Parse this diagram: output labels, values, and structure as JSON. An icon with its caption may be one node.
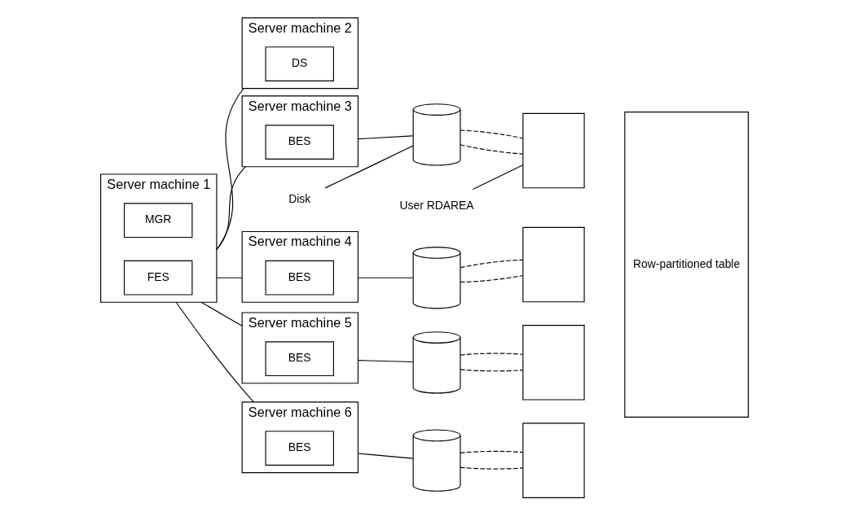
{
  "diagram": {
    "nodes": [
      {
        "text": [
          "Server machine 1"
        ]
      },
      {
        "text": [
          "MGR"
        ],
        "in": 0
      },
      {
        "text": [
          "FES"
        ],
        "in": 0
      },
      {
        "text": [
          "Server machine 2"
        ]
      },
      {
        "text": [
          "DS"
        ],
        "in": 3
      },
      {
        "text": [
          "Server machine 3"
        ]
      },
      {
        "text": [
          "BES"
        ],
        "in": 5
      },
      {
        "text": [
          "Server machine 4"
        ]
      },
      {
        "text": [
          "BES"
        ],
        "in": 7
      },
      {
        "text": [
          "Server machine 5"
        ]
      },
      {
        "text": [
          "BES"
        ],
        "in": 9
      },
      {
        "text": [
          "Server machine 6"
        ]
      },
      {
        "text": [
          "BES"
        ],
        "in": 11
      },
      {
        "text": [
          "Disk"
        ]
      },
      {
        "text": [],
        "shape": "cylinder"
      },
      {
        "text": [],
        "shape": "cylinder"
      },
      {
        "text": [],
        "shape": "cylinder"
      },
      {
        "text": [],
        "shape": "cylinder"
      },
      {
        "text": [
          "User RDAREA"
        ]
      },
      {
        "text": [],
        "shape": "box"
      },
      {
        "text": [],
        "shape": "box"
      },
      {
        "text": [],
        "shape": "box"
      },
      {
        "text": [],
        "shape": "box"
      },
      {
        "text": [
          "Row-partitioned table"
        ]
      }
    ],
    "edges": [
      {
        "from": 0,
        "to": 3,
        "arrow": "none"
      },
      {
        "from": 0,
        "to": 5,
        "arrow": "none"
      },
      {
        "from": 0,
        "to": 7,
        "arrow": "none"
      },
      {
        "from": 0,
        "to": 9,
        "arrow": "none"
      },
      {
        "from": 0,
        "to": 11,
        "arrow": "none"
      },
      {
        "from": 5,
        "to": 14,
        "arrow": "none"
      },
      {
        "from": 7,
        "to": 15,
        "arrow": "none"
      },
      {
        "from": 9,
        "to": 16,
        "arrow": "none"
      },
      {
        "from": 11,
        "to": 17,
        "arrow": "none"
      },
      {
        "from": 13,
        "to": 14,
        "arrow": "none"
      },
      {
        "from": 18,
        "to": 19,
        "arrow": "none"
      },
      {
        "from": 14,
        "to": 19,
        "arrow": "none",
        "style": "dashed"
      },
      {
        "from": 14,
        "to": 19,
        "arrow": "none",
        "style": "dashed"
      },
      {
        "from": 15,
        "to": 20,
        "arrow": "none",
        "style": "dashed"
      },
      {
        "from": 15,
        "to": 20,
        "arrow": "none",
        "style": "dashed"
      },
      {
        "from": 16,
        "to": 21,
        "arrow": "none",
        "style": "dashed"
      },
      {
        "from": 16,
        "to": 21,
        "arrow": "none",
        "style": "dashed"
      },
      {
        "from": 17,
        "to": 22,
        "arrow": "none",
        "style": "dashed"
      },
      {
        "from": 17,
        "to": 22,
        "arrow": "none",
        "style": "dashed"
      }
    ]
  }
}
